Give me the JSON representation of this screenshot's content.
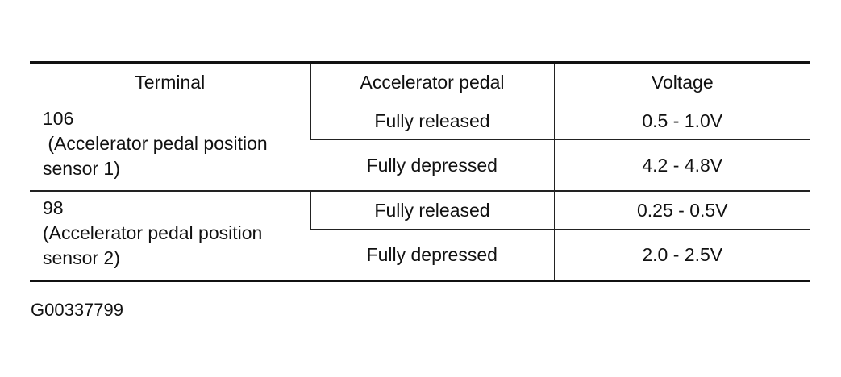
{
  "table": {
    "headers": [
      "Terminal",
      "Accelerator pedal",
      "Voltage"
    ],
    "groups": [
      {
        "terminal_number": "106",
        "terminal_description": " (Accelerator pedal position sensor 1)",
        "rows": [
          {
            "pedal": "Fully released",
            "voltage": "0.5 - 1.0V"
          },
          {
            "pedal": "Fully depressed",
            "voltage": "4.2 - 4.8V"
          }
        ]
      },
      {
        "terminal_number": "98",
        "terminal_description": "(Accelerator pedal position sensor 2)",
        "rows": [
          {
            "pedal": "Fully released",
            "voltage": "0.25 - 0.5V"
          },
          {
            "pedal": "Fully depressed",
            "voltage": "2.0 - 2.5V"
          }
        ]
      }
    ]
  },
  "figure_id": "G00337799"
}
